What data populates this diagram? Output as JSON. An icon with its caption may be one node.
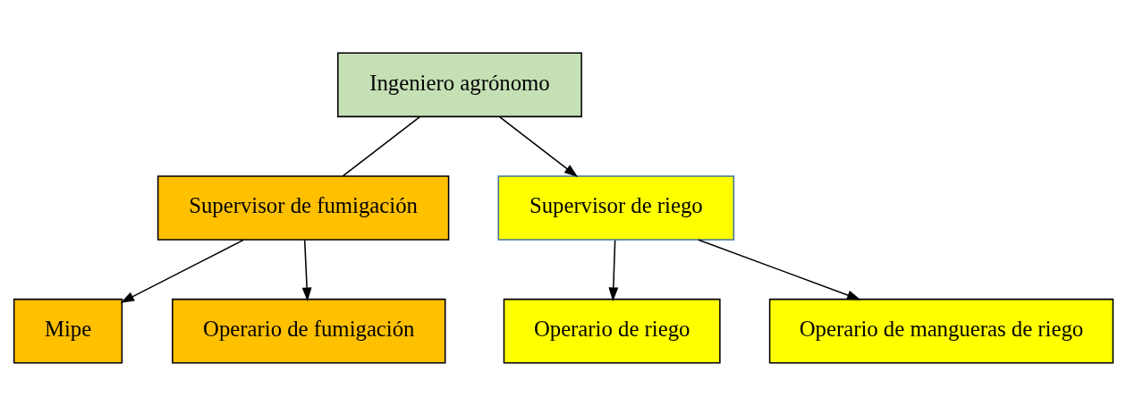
{
  "diagram": {
    "nodes": [
      {
        "text": [
          "Ingeniero agrónomo"
        ]
      },
      {
        "text": [
          "Supervisor de fumigación"
        ]
      },
      {
        "text": [
          "Supervisor de riego"
        ]
      },
      {
        "text": [
          "Mipe"
        ]
      },
      {
        "text": [
          "Operario de fumigación"
        ]
      },
      {
        "text": [
          "Operario de riego"
        ]
      },
      {
        "text": [
          "Operario de mangueras de riego"
        ]
      }
    ],
    "edges": [
      {
        "from": 0,
        "to": 1,
        "arrow": "none"
      },
      {
        "from": 0,
        "to": 2,
        "arrow": "to"
      },
      {
        "from": 1,
        "to": 3,
        "arrow": "to"
      },
      {
        "from": 1,
        "to": 4,
        "arrow": "to"
      },
      {
        "from": 2,
        "to": 5,
        "arrow": "to"
      },
      {
        "from": 2,
        "to": 6,
        "arrow": "to"
      }
    ]
  }
}
